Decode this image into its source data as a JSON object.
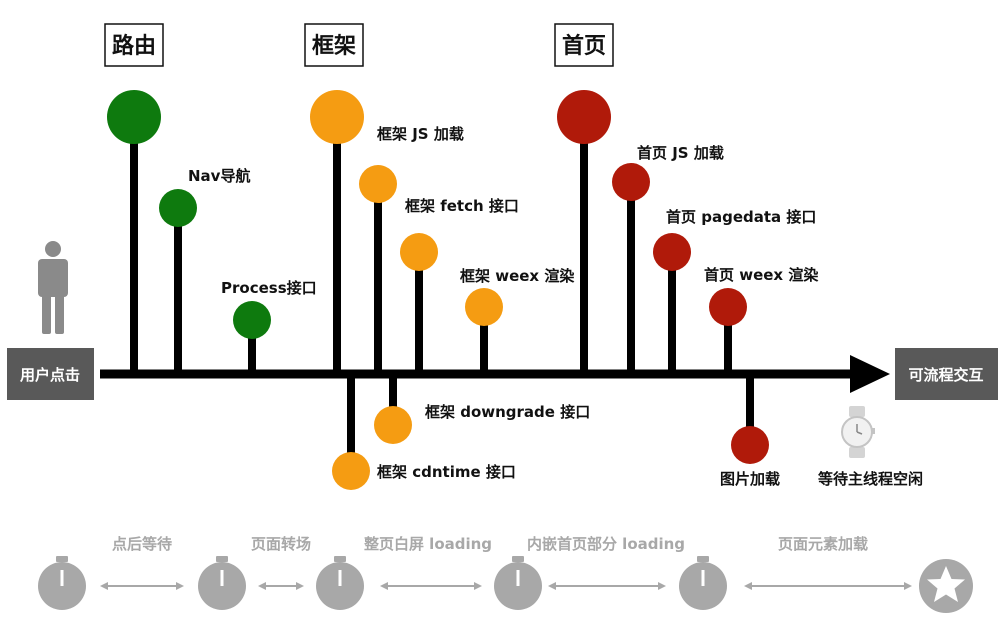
{
  "phases": [
    "路由",
    "框架",
    "首页"
  ],
  "start_box": "用户点击",
  "end_box": "可流程交互",
  "events": [
    {
      "label": "Nav导航",
      "phase": "路由"
    },
    {
      "label": "Process接口",
      "phase": "路由"
    },
    {
      "label": "框架 JS 加载",
      "phase": "框架"
    },
    {
      "label": "框架 fetch 接口",
      "phase": "框架"
    },
    {
      "label": "框架 weex 渲染",
      "phase": "框架"
    },
    {
      "label": "框架 cdntime 接口",
      "phase": "框架"
    },
    {
      "label": "框架 downgrade 接口",
      "phase": "框架"
    },
    {
      "label": "首页 JS 加载",
      "phase": "首页"
    },
    {
      "label": "首页 pagedata 接口",
      "phase": "首页"
    },
    {
      "label": "首页 weex 渲染",
      "phase": "首页"
    },
    {
      "label": "图片加载",
      "phase": "首页"
    }
  ],
  "idle_label": "等待主线程空闲",
  "stages": [
    "点后等待",
    "页面转场",
    "整页白屏 loading",
    "内嵌首页部分 loading",
    "页面元素加载"
  ],
  "colors": {
    "route": "#0e7a0e",
    "frame": "#f59c12",
    "home": "#b01a0a",
    "axis": "#000000",
    "box": "#595959",
    "grey": "#a8a8a8"
  },
  "icons": [
    "person-icon",
    "watch-icon",
    "stopwatch-icon",
    "star-icon"
  ]
}
